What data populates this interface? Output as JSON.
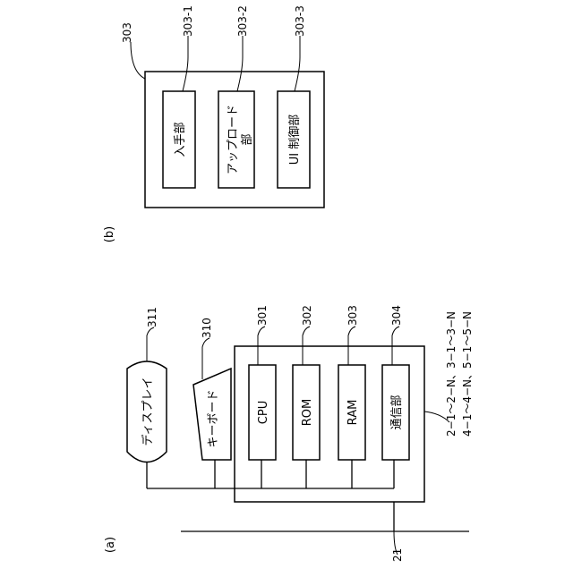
{
  "panel_a": {
    "caption": "(a)",
    "display": {
      "label": "ディスプレイ",
      "ref": "311"
    },
    "keyboard": {
      "label": "キーボード",
      "ref": "310"
    },
    "cpu": {
      "label": "CPU",
      "ref": "301"
    },
    "rom": {
      "label": "ROM",
      "ref": "302"
    },
    "ram": {
      "label": "RAM",
      "ref": "303"
    },
    "comm": {
      "label": "通信部",
      "ref": "304"
    },
    "system_ref_line1": "2−1〜2−N、3−1〜3−N",
    "system_ref_line2": "4−1〜4−N、5−1〜5−N",
    "network_ref": "21"
  },
  "panel_b": {
    "caption": "(b)",
    "outer_ref": "303",
    "acquire": {
      "label": "入手部",
      "ref": "303-1"
    },
    "upload": {
      "label_line1": "アップロード",
      "label_line2": "部",
      "ref": "303-2"
    },
    "ui": {
      "label": "UI 制御部",
      "ref": "303-3"
    }
  }
}
